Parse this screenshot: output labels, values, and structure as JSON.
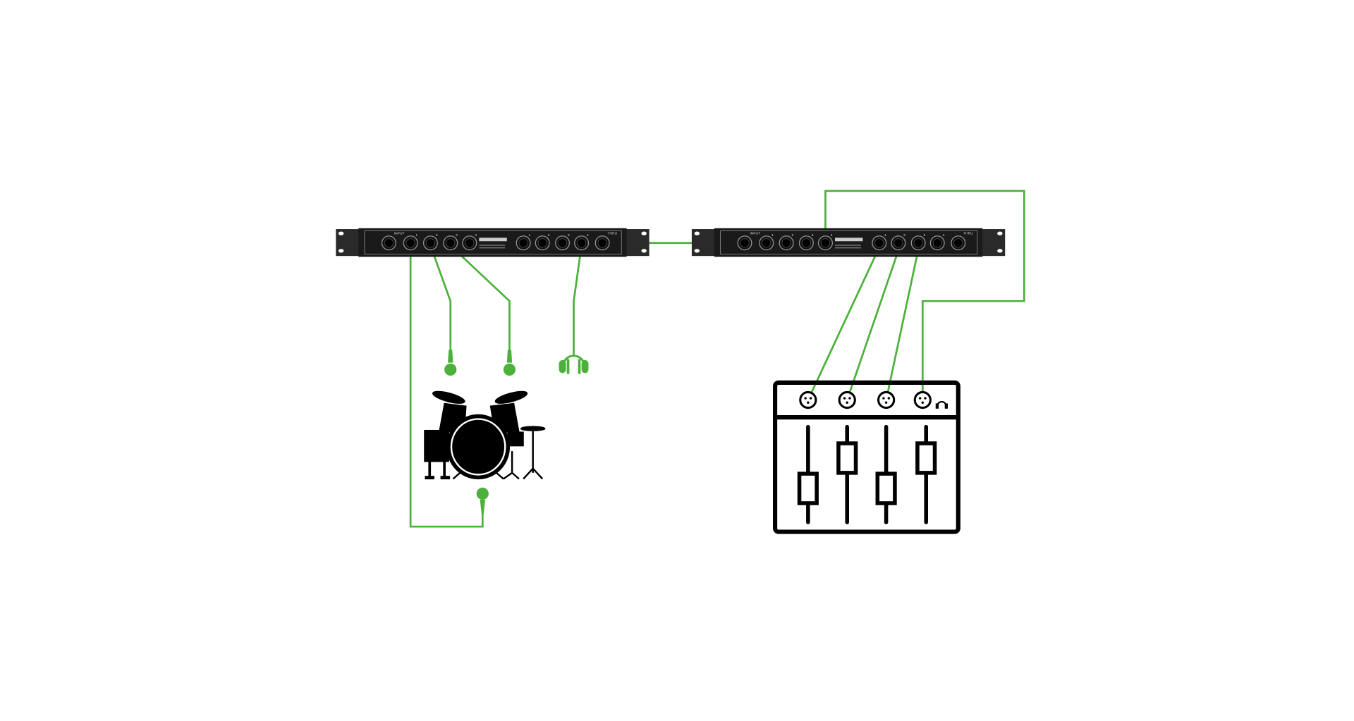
{
  "diagram": {
    "title": "Stage box split setup",
    "colors": {
      "cable": "#4cb13a",
      "device": "#1a1a1a",
      "icon": "#000000"
    },
    "rack_units": [
      {
        "id": "splitter-a",
        "input_label": "INPUT",
        "thru_label": "THRU",
        "input_numbers": [
          "1",
          "2",
          "3",
          "4"
        ],
        "output_numbers": [
          "1",
          "2",
          "3",
          "4"
        ]
      },
      {
        "id": "splitter-b",
        "input_label": "INPUT",
        "thru_label": "THRU",
        "input_numbers": [
          "1",
          "2",
          "3",
          "4"
        ],
        "output_numbers": [
          "1",
          "2",
          "3",
          "4"
        ]
      }
    ],
    "icons": [
      "drum-kit-icon",
      "microphone-icon",
      "headphones-icon",
      "mixer-icon"
    ]
  }
}
